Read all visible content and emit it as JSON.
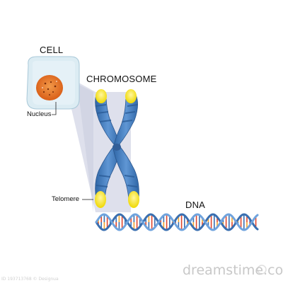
{
  "labels": {
    "cell": "CELL",
    "nucleus": "Nucleus",
    "chromosome": "CHROMOSOME",
    "telomere": "Telomere",
    "dna": "DNA"
  },
  "watermark": {
    "text": "dreamstime.com",
    "id_text": "ID 193713768 © Designua"
  },
  "colors": {
    "cell_fill": "#dcecf3",
    "nucleus": "#e9762b",
    "chromosome_blue": "#3f78b8",
    "chromosome_band": "#2b5c97",
    "telomere": "#f4e21a",
    "dna_backbone": "#3a6fb0",
    "zoom_cone": "#d9dcea"
  }
}
